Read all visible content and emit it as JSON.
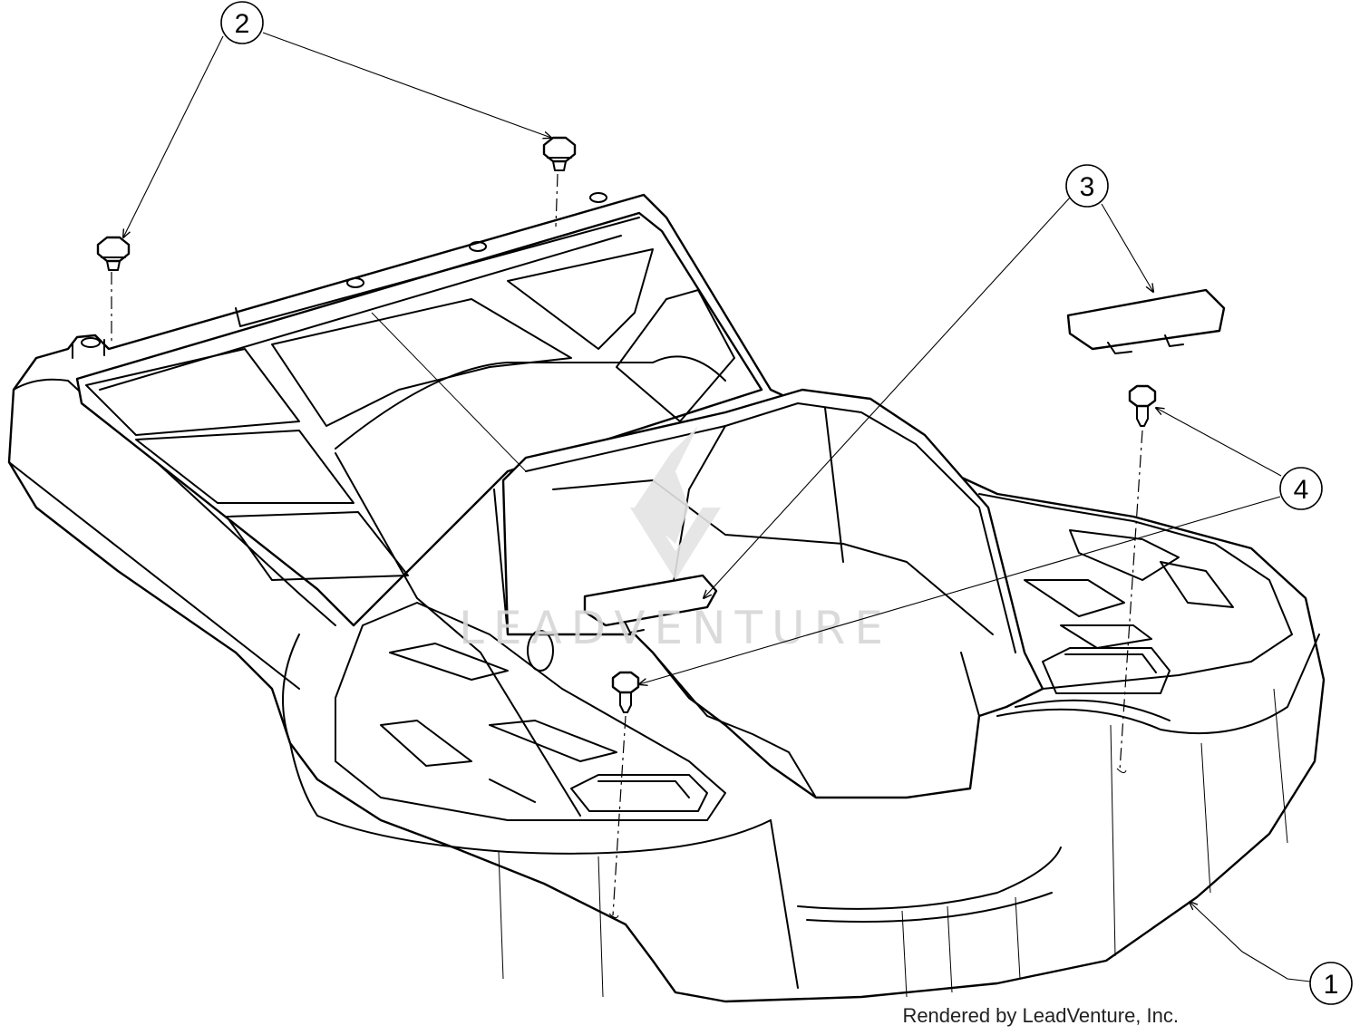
{
  "diagram": {
    "watermark": "LEADVENTURE",
    "credit": "Rendered by LeadVenture, Inc.",
    "callouts": [
      {
        "id": "1",
        "label": "1"
      },
      {
        "id": "2",
        "label": "2"
      },
      {
        "id": "3",
        "label": "3"
      },
      {
        "id": "4",
        "label": "4"
      }
    ]
  }
}
